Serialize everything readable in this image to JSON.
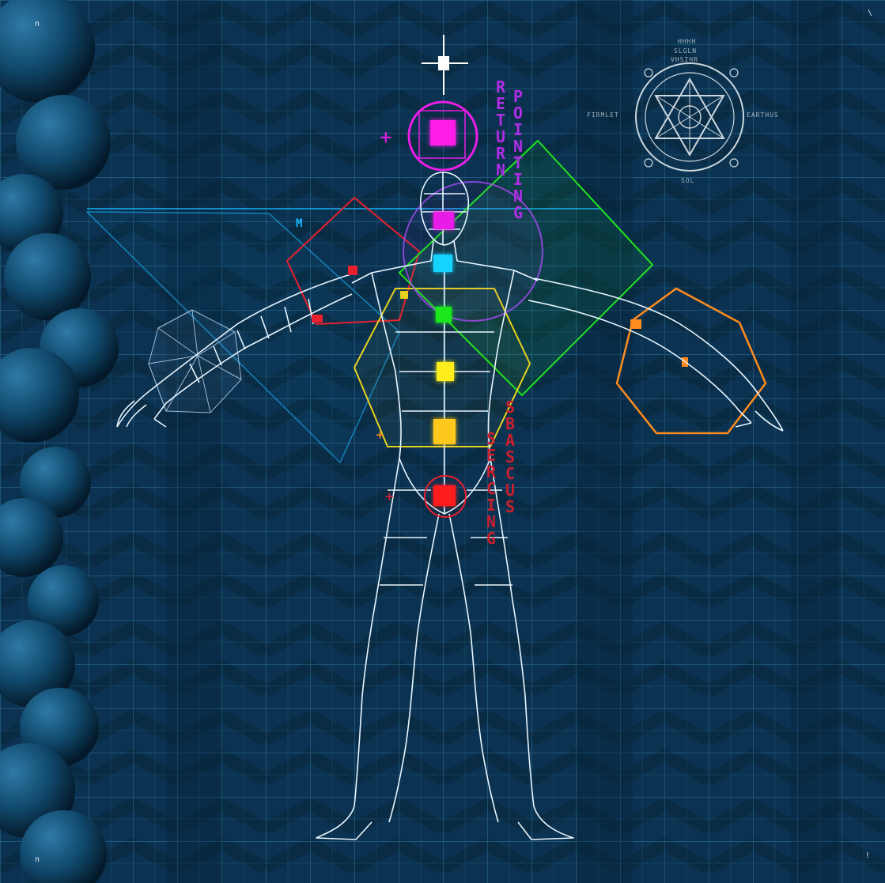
{
  "corner_marks": {
    "top_left": "n",
    "bottom_left": "n",
    "bottom_right": "!",
    "top_right": "\\"
  },
  "sigil": {
    "label_left": "FIRMLET",
    "label_right": "EARTHUS",
    "label_bottom": "SOL",
    "label_top_1": "HHHH",
    "label_top_2": "SLGLN",
    "label_top_3": "VHSIHR"
  },
  "vertical_words": {
    "magenta_1": "RETURN",
    "magenta_2": "POINTING",
    "red_1": "SERCING",
    "red_2": "SBASCUS"
  },
  "chakras": [
    {
      "name": "crown",
      "color": "#ff1ee6"
    },
    {
      "name": "third-eye",
      "color": "#c43cff"
    },
    {
      "name": "throat",
      "color": "#19d2ff"
    },
    {
      "name": "heart",
      "color": "#1ee61e"
    },
    {
      "name": "solar-plexus",
      "color": "#ffee1e"
    },
    {
      "name": "sacral",
      "color": "#ffc81e"
    },
    {
      "name": "root",
      "color": "#ff1e1e"
    }
  ],
  "colors": {
    "background": "#0a2f4a",
    "grid": "#2f7aa8",
    "wire": "#e8f6ff",
    "orange": "#ff8c1e",
    "red": "#e8202e",
    "green": "#1ee61e",
    "yellow": "#e8d21e",
    "cyan": "#19b8ff",
    "magenta": "#e81ee6"
  }
}
